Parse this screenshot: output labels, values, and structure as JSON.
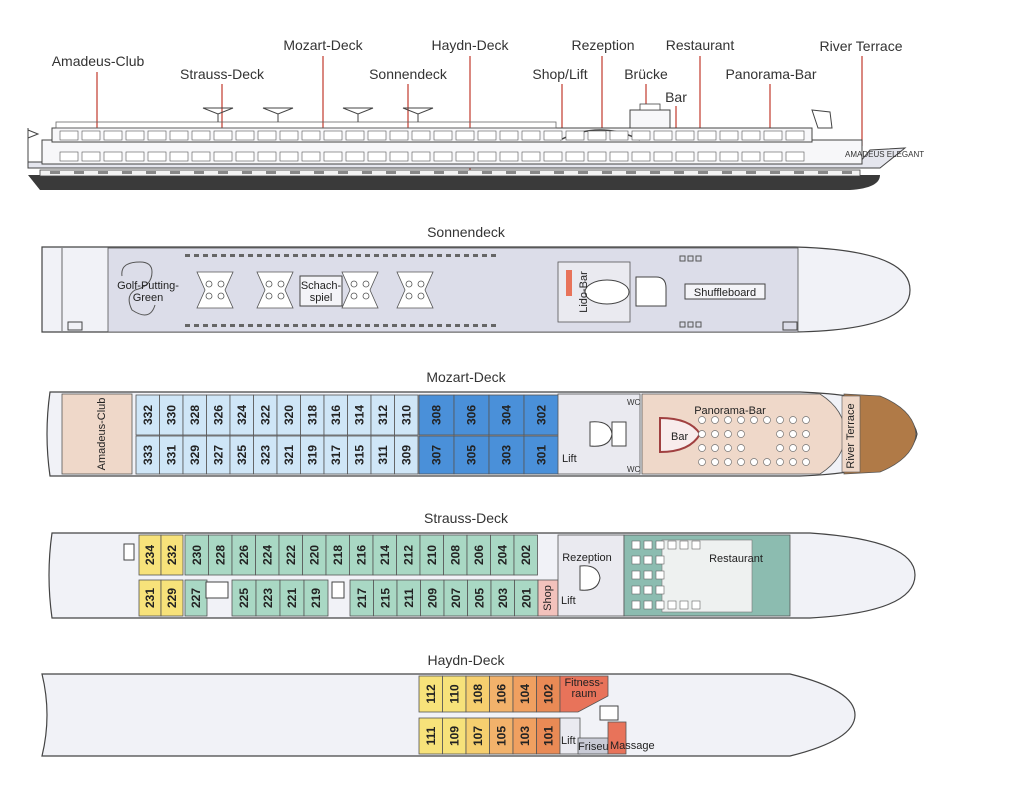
{
  "colors": {
    "hull": "#eceef5",
    "outline": "#4a4a4a",
    "blue_light": "#cfe6f7",
    "blue_dark": "#4a90d9",
    "green": "#a9d8c4",
    "yellow": "#f7e27a",
    "orange": "#f2b26b",
    "orange_dark": "#e98a55",
    "red": "#e8735a",
    "gray_area": "#d8d9e6",
    "beige": "#efd8c9",
    "teal": "#8cbcb0",
    "wood": "#b07a47",
    "label_line": "#c0392b"
  },
  "profile_labels": [
    {
      "id": "amadeus-club",
      "text": "Amadeus-Club"
    },
    {
      "id": "strauss-deck",
      "text": "Strauss-Deck"
    },
    {
      "id": "mozart-deck",
      "text": "Mozart-Deck"
    },
    {
      "id": "sonnendeck",
      "text": "Sonnendeck"
    },
    {
      "id": "haydn-deck",
      "text": "Haydn-Deck"
    },
    {
      "id": "shop-lift",
      "text": "Shop/Lift"
    },
    {
      "id": "rezeption",
      "text": "Rezeption"
    },
    {
      "id": "bruecke",
      "text": "Brücke"
    },
    {
      "id": "bar",
      "text": "Bar"
    },
    {
      "id": "restaurant",
      "text": "Restaurant"
    },
    {
      "id": "panorama-bar",
      "text": "Panorama-Bar"
    },
    {
      "id": "river-terrace",
      "text": "River Terrace"
    }
  ],
  "ship_name": "AMADEUS ELEGANT",
  "sonnendeck": {
    "title": "Sonnendeck",
    "golf_line1": "Golf-Putting-",
    "golf_line2": "Green",
    "schach_line1": "Schach-",
    "schach_line2": "spiel",
    "lido": "Lido-Bar",
    "shuffleboard": "Shuffleboard"
  },
  "mozart": {
    "title": "Mozart-Deck",
    "club": "Amadeus-Club",
    "top_light": [
      "332",
      "330",
      "328",
      "326",
      "324",
      "322",
      "320",
      "318",
      "316",
      "314",
      "312",
      "310"
    ],
    "top_dark": [
      "308",
      "306",
      "304",
      "302"
    ],
    "bot_light": [
      "333",
      "331",
      "329",
      "327",
      "325",
      "323",
      "321",
      "319",
      "317",
      "315",
      "311",
      "309"
    ],
    "bot_dark": [
      "307",
      "305",
      "303",
      "301"
    ],
    "lift": "Lift",
    "wc": "WC",
    "panorama": "Panorama-Bar",
    "bar": "Bar",
    "river": "River Terrace"
  },
  "strauss": {
    "title": "Strauss-Deck",
    "top_yellow": [
      "234",
      "232"
    ],
    "top_green": [
      "230",
      "228",
      "226",
      "224",
      "222",
      "220",
      "218",
      "216",
      "214",
      "212",
      "210",
      "208",
      "206",
      "204",
      "202"
    ],
    "bot_yellow": [
      "231",
      "229"
    ],
    "bot_green_a": [
      "227"
    ],
    "bot_green_b": [
      "225",
      "223",
      "221",
      "219"
    ],
    "bot_green_c": [
      "217",
      "215",
      "211",
      "209",
      "207",
      "205",
      "203",
      "201"
    ],
    "shop": "Shop",
    "lift": "Lift",
    "rezeption": "Rezeption",
    "restaurant": "Restaurant"
  },
  "haydn": {
    "title": "Haydn-Deck",
    "top": [
      "112",
      "110",
      "108",
      "106",
      "104",
      "102"
    ],
    "bot": [
      "111",
      "109",
      "107",
      "105",
      "103",
      "101"
    ],
    "fitness_line1": "Fitness-",
    "fitness_line2": "raum",
    "lift": "Lift",
    "friseur": "Friseur",
    "massage": "Massage"
  }
}
